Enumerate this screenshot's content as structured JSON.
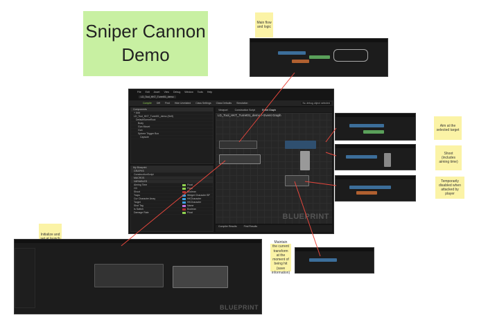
{
  "title_note": "Sniper Cannon Demo",
  "notes": {
    "main_flow": "Main flow and logic",
    "aim": "Aim at the selected target",
    "shoot": "Shoot (includes aiming time)",
    "disabled": "Temporarily disabled when attacked by player",
    "initialize": "Initialize and set at launch",
    "transform": "Maintain the current transform at the moment of being hit (save information)"
  },
  "editor": {
    "menu": [
      "File",
      "Edit",
      "Asset",
      "View",
      "Debug",
      "Window",
      "Tools",
      "Help"
    ],
    "tab": "LD_Tool_HKT_Turret01_demo",
    "toolbar": [
      "Compile",
      "Diff",
      "Find",
      "Hide Unrelated",
      "Class Settings",
      "Class Defaults",
      "Simulation"
    ],
    "debug_select": "No debug object selected",
    "components_title": "Components",
    "add_label": "+ Add",
    "components": [
      "LD_Tool_HKT_Turret01_demo (Self)",
      "DefaultSceneRoot",
      "Body",
      "Gun Mount",
      "Gun",
      "Sphere Trigger Box",
      "Capsule"
    ],
    "my_blueprint_title": "My Blueprint",
    "sections": [
      "GRAPHS",
      "MACROS",
      "VARIABLES"
    ],
    "graph_item": "ConstructionScript",
    "variables": [
      {
        "name": "Aiming Time",
        "type": "Float",
        "color": "#8fd14f"
      },
      {
        "name": "CD",
        "type": "Float",
        "color": "#8fd14f"
      },
      {
        "name": "Shoot",
        "type": "Boolean",
        "color": "#b03030"
      },
      {
        "name": "Traps",
        "type": "Widget Character BP",
        "color": "#3aa0e0"
      },
      {
        "name": "Cur Character Array",
        "type": "HKCharacter",
        "color": "#3aa0e0"
      },
      {
        "name": "Target",
        "type": "HKCharacter",
        "color": "#3aa0e0"
      },
      {
        "name": "Shot Tag",
        "type": "Name",
        "color": "#c070e0"
      },
      {
        "name": "Is Switch",
        "type": "Boolean",
        "color": "#b03030"
      },
      {
        "name": "Damage Rate",
        "type": "Float",
        "color": "#8fd14f"
      }
    ],
    "graph_tabs": [
      "Viewport",
      "Construction Script",
      "Event Graph"
    ],
    "breadcrumb": "LD_Tool_HKT_Turret01_demo > Event Graph",
    "watermark": "BLUEPRINT",
    "bottom_tabs": [
      "Compiler Results",
      "Find Results"
    ]
  },
  "second_editor_watermark": "BLUEPRINT",
  "arrow_color": "#e8473d"
}
